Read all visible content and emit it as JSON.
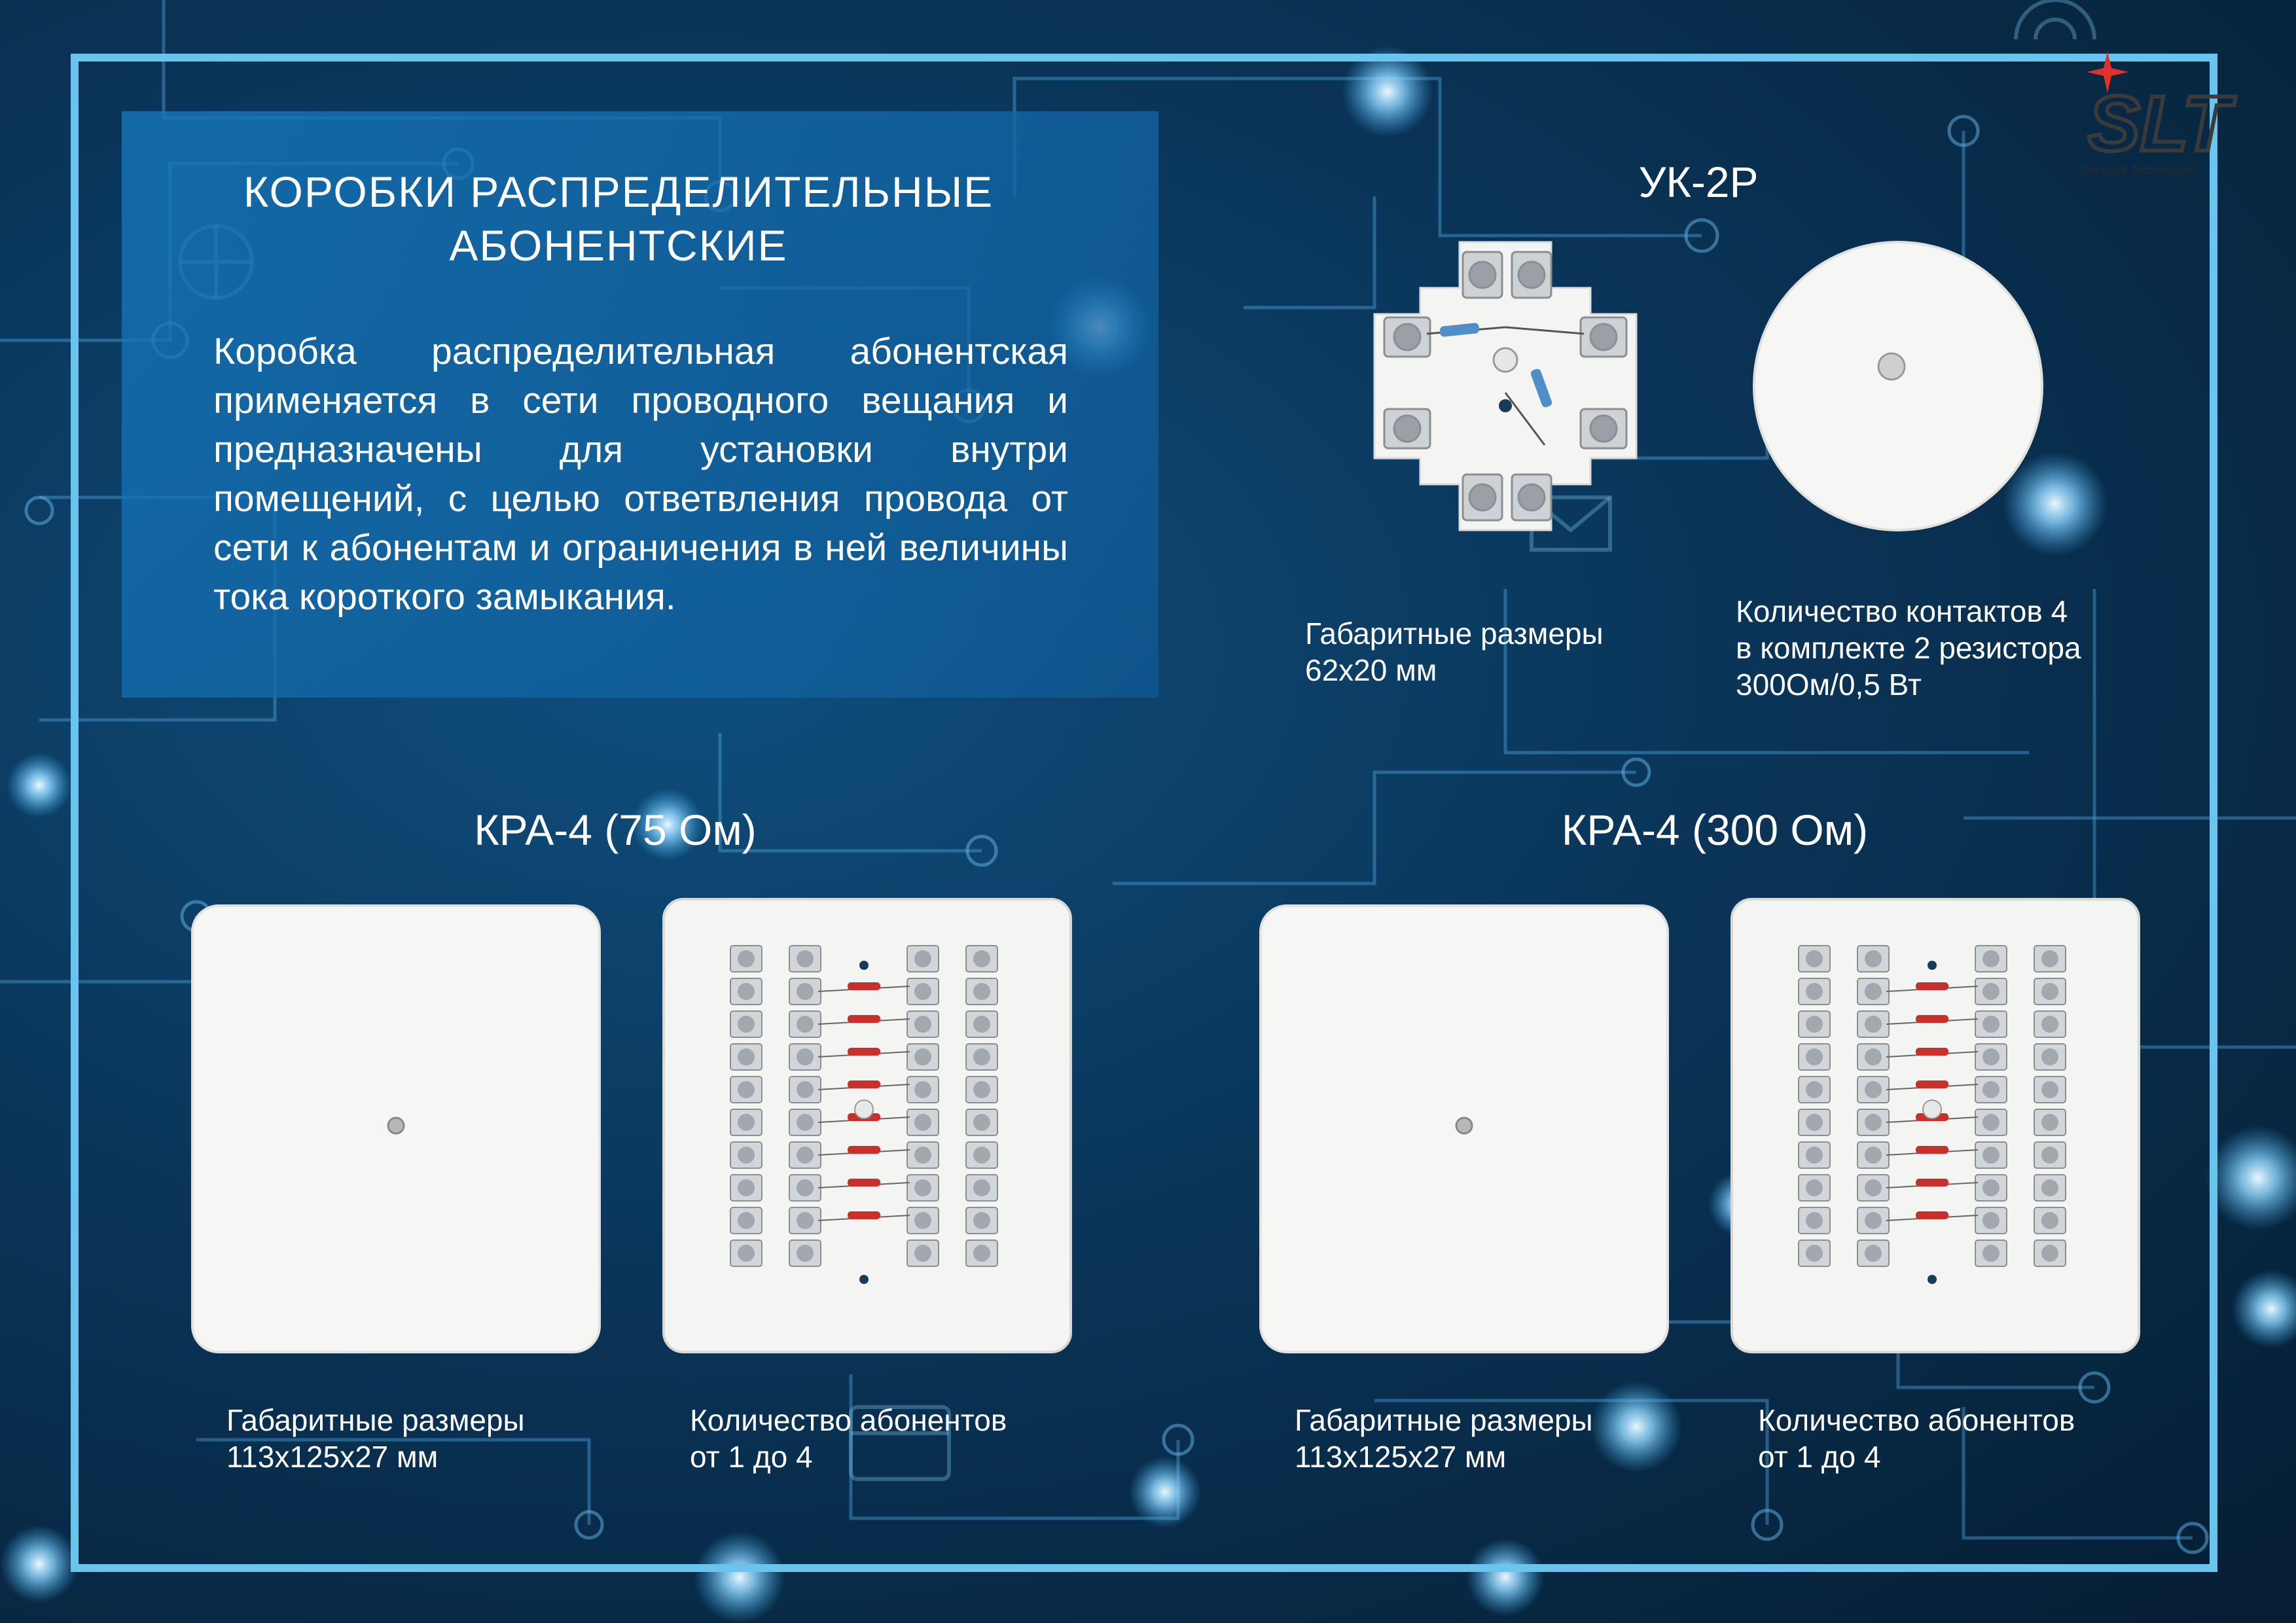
{
  "logo": {
    "text": "SLT",
    "tagline": "StarLight Technologies"
  },
  "header": {
    "title_line1": "КОРОБКИ РАСПРЕДЕЛИТЕЛЬНЫЕ",
    "title_line2": "АБОНЕНТСКИЕ",
    "description": "Коробка распределительная абонентская применяется в сети проводного вещания и предназначены для установки внутри помещений, с целью ответвления провода от сети к абонентам и ограничения в ней величины тока короткого замыкания."
  },
  "products": {
    "uk2r": {
      "name": "УК-2Р",
      "dims_label": "Габаритные размеры",
      "dims_value": "62х20 мм",
      "spec_line1": "Количество контактов 4",
      "spec_line2": "в комплекте 2 резистора",
      "spec_line3": "300Ом/0,5 Вт"
    },
    "kra4_75": {
      "name": "КРА-4 (75 Ом)",
      "dims_label": "Габаритные размеры",
      "dims_value": "113х125х27 мм",
      "spec_line1": "Количество абонентов",
      "spec_line2": "от 1 до 4"
    },
    "kra4_300": {
      "name": "КРА-4 (300 Ом)",
      "dims_label": "Габаритные размеры",
      "dims_value": "113х125х27 мм",
      "spec_line1": "Количество абонентов",
      "spec_line2": "от 1 до 4"
    }
  },
  "colors": {
    "background": "#0a3559",
    "frame": "#6bc4ee",
    "panel": "#1678be",
    "logo_star": "#e0322a",
    "product_white": "#f4f4f2"
  }
}
